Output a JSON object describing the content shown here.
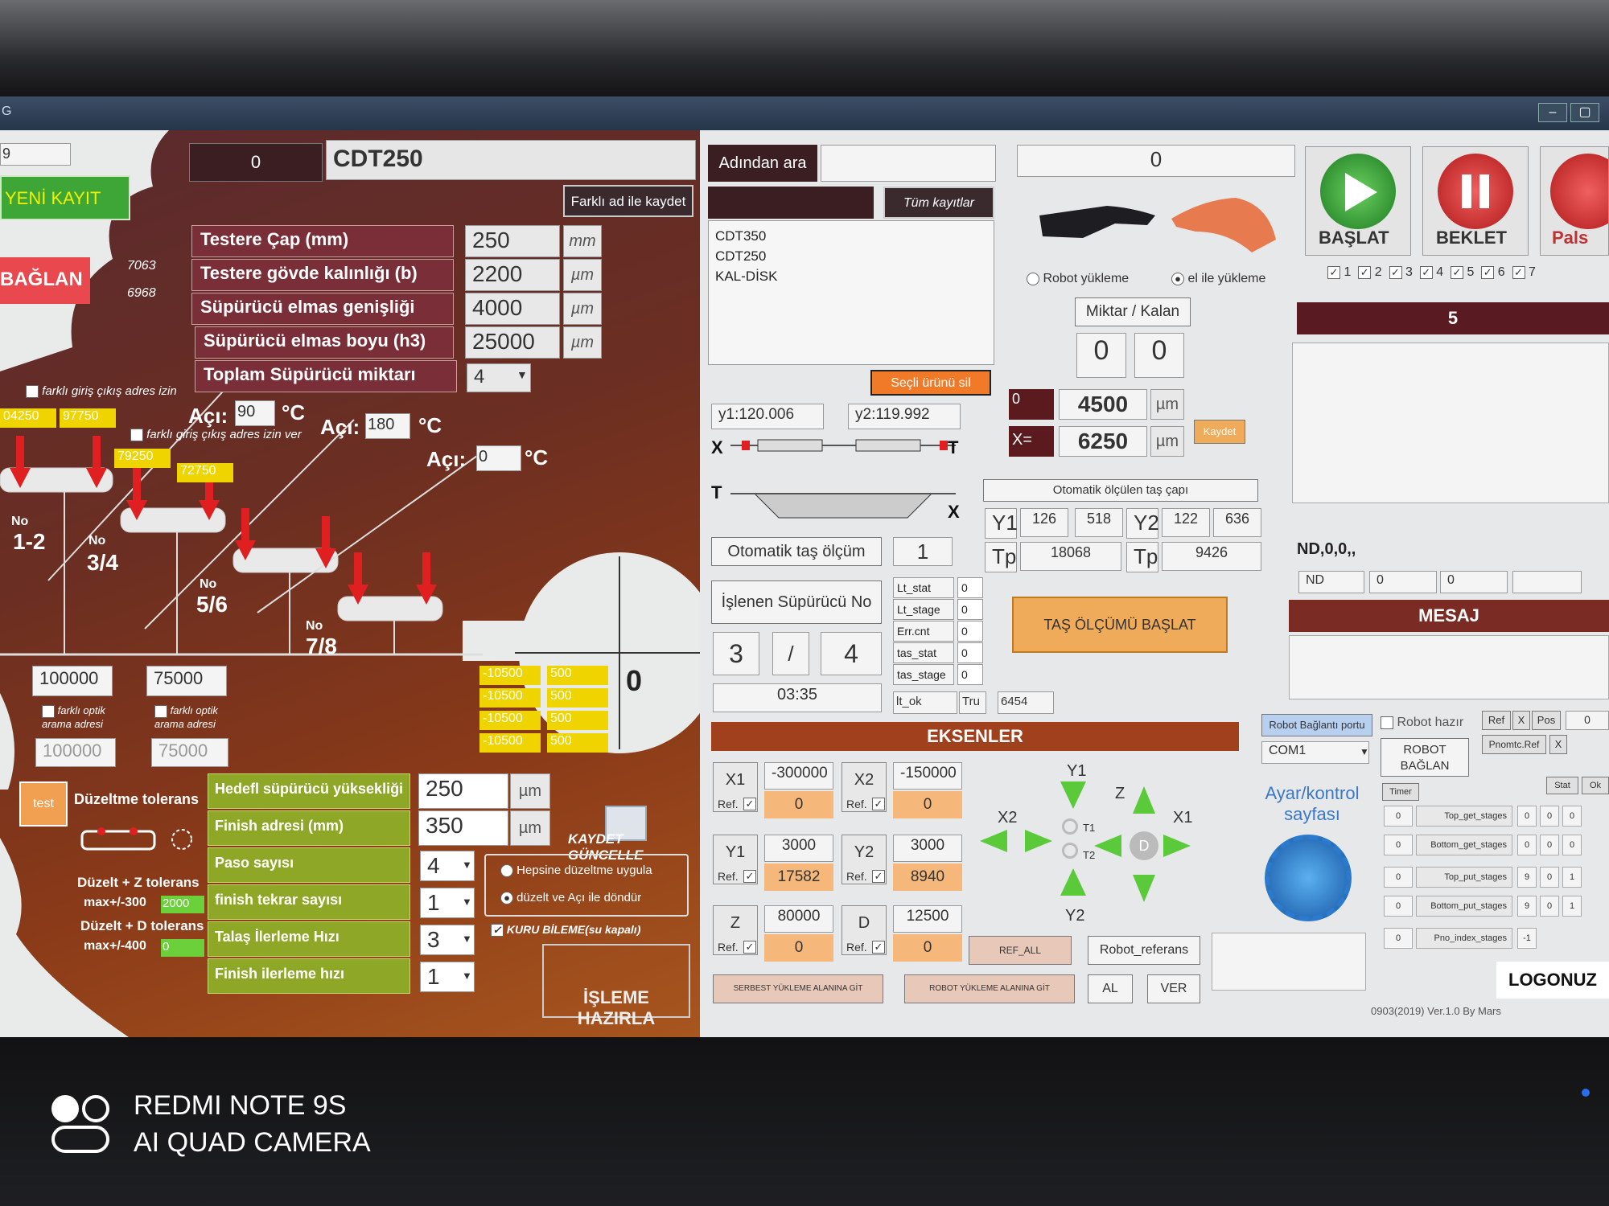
{
  "window": {
    "title_fragment": "G"
  },
  "top": {
    "index_box": "9",
    "rec_id": "0",
    "rec_name": "CDT250",
    "new_record": "YENİ KAYIT",
    "connect": "BAĞLAN",
    "save_as": "Farklı ad ile kaydet",
    "num_a": "7063",
    "num_b": "6968"
  },
  "params": [
    {
      "label": "Testere Çap (mm)",
      "value": "250",
      "unit": "mm"
    },
    {
      "label": "Testere gövde kalınlığı (b)",
      "value": "2200",
      "unit": "µm"
    },
    {
      "label": "Süpürücü elmas genişliği",
      "value": "4000",
      "unit": "µm"
    },
    {
      "label": "Süpürücü elmas boyu (h3)",
      "value": "25000",
      "unit": "µm"
    },
    {
      "label": "Toplam Süpürücü miktarı",
      "value": "4",
      "unit": ""
    }
  ],
  "angles": {
    "label": "Açı:",
    "unit": "°C",
    "a1": "90",
    "a2": "180",
    "a3": "0",
    "chk1": "farklı giriş çıkış adres izin",
    "chk2": "farklı giriş çıkış adres izin ver"
  },
  "addresses": {
    "y1": "04250",
    "y2": "97750",
    "y3": "79250",
    "y4": "72750"
  },
  "stations": [
    {
      "no": "No",
      "name": "1-2"
    },
    {
      "no": "No",
      "name": "3/4"
    },
    {
      "no": "No",
      "name": "5/6"
    },
    {
      "no": "No",
      "name": "7/8"
    }
  ],
  "optic": {
    "v1": "100000",
    "v2": "75000",
    "v3": "100000",
    "v4": "75000",
    "chk": "farklı optik arama adresi"
  },
  "yellow_rows": [
    [
      "-10500",
      "500"
    ],
    [
      "-10500",
      "500"
    ],
    [
      "-10500",
      "500"
    ],
    [
      "-10500",
      "500"
    ]
  ],
  "zero_label": "0",
  "bottom": {
    "test": "test",
    "tol": "Düzeltme tolerans",
    "tol_z": "Düzelt + Z tolerans",
    "max_z": "max+/-300",
    "max_z_val": "2000",
    "tol_d": "Düzelt + D tolerans",
    "max_d": "max+/-400",
    "max_d_val": "0",
    "greens": [
      {
        "label": "Hedefl süpürücü yüksekliği",
        "value": "250",
        "unit": "µm"
      },
      {
        "label": "Finish adresi (mm)",
        "value": "350",
        "unit": "µm"
      },
      {
        "label": "Paso sayısı",
        "value": "4",
        "unit": ""
      },
      {
        "label": "finish tekrar sayısı",
        "value": "1",
        "unit": ""
      },
      {
        "label": "Talaş İlerleme Hızı",
        "value": "3",
        "unit": ""
      },
      {
        "label": "Finish ilerleme hızı",
        "value": "1",
        "unit": ""
      }
    ],
    "save_update": "KAYDET GÜNCELLE",
    "radio1": "Hepsine düzeltme uygula",
    "radio2": "düzelt ve Açı ile döndür",
    "dry": "KURU BİLEME(su kapalı)",
    "prepare": "İŞLEME HAZIRLA"
  },
  "search": {
    "label": "Adından ara",
    "all": "Tüm kayıtlar",
    "list": [
      "CDT350",
      "CDT250",
      "KAL-DİSK"
    ],
    "delete": "Seçli ürünü sil",
    "y1": "y1:120.006",
    "y2": "y2:119.992"
  },
  "robot": {
    "counter": "0",
    "r1": "Robot yükleme",
    "r2": "el ile yükleme",
    "qty_label": "Miktar / Kalan",
    "qty": "0",
    "rem": "0",
    "dark0": "0",
    "v4500": "4500",
    "xeq": "X=",
    "v6250": "6250",
    "unit": "µm",
    "save": "Kaydet",
    "auto_dia": "Otomatik ölçülen taş çapı",
    "Y1": "Y1",
    "y1a": "126",
    "y1b": "518",
    "Y2": "Y2",
    "y2a": "122",
    "y2b": "636",
    "Tp": "Tp",
    "tp1": "18068",
    "tp2": "9426"
  },
  "controls": {
    "start": "BAŞLAT",
    "wait": "BEKLET",
    "stop": "Pals",
    "checks": [
      "1",
      "2",
      "3",
      "4",
      "5",
      "6",
      "7"
    ],
    "five": "5",
    "nd": "ND,0,0,,",
    "nd_row": [
      "ND",
      "0",
      "0"
    ],
    "msg": "MESAJ"
  },
  "measure": {
    "auto": "Otomatik taş ölçüm",
    "auto_val": "1",
    "proc": "İşlenen Süpürücü No",
    "cur": "3",
    "sep": "/",
    "tot": "4",
    "time": "03:35",
    "stats": [
      [
        "Lt_stat",
        "0"
      ],
      [
        "Lt_stage",
        "0"
      ],
      [
        "Err.cnt",
        "0"
      ],
      [
        "tas_stat",
        "0"
      ],
      [
        "tas_stage",
        "0"
      ]
    ],
    "lt_ok": "lt_ok",
    "tru": "Tru",
    "val6454": "6454",
    "start_meas": "TAŞ ÖLÇÜMÜ BAŞLAT"
  },
  "axes": {
    "title": "EKSENLER",
    "ref": "Ref.",
    "items": [
      {
        "name": "X1",
        "a": "-300000",
        "b": "0"
      },
      {
        "name": "X2",
        "a": "-150000",
        "b": "0"
      },
      {
        "name": "Y1",
        "a": "3000",
        "b": "17582"
      },
      {
        "name": "Y2",
        "a": "3000",
        "b": "8940"
      },
      {
        "name": "Z",
        "a": "80000",
        "b": "0"
      },
      {
        "name": "D",
        "a": "12500",
        "b": "0"
      }
    ],
    "ref_all": "REF_ALL",
    "robot_ref": "Robot_referans",
    "free": "SERBEST YÜKLEME ALANINA GİT",
    "robot_go": "ROBOT YÜKLEME ALANINA GİT",
    "al": "AL",
    "ver": "VER",
    "jog": {
      "Y1": "Y1",
      "Y2": "Y2",
      "X1": "X1",
      "X2": "X2",
      "Z": "Z",
      "T1": "T1",
      "T2": "T2",
      "D": "D"
    }
  },
  "settings": {
    "link": "Ayar/kontrol sayfası",
    "port_btn": "Robot Bağlantı portu",
    "port": "COM1",
    "ready": "Robot hazır",
    "connect": "ROBOT BAĞLAN",
    "ref": "Ref",
    "x": "X",
    "pos": "Pos",
    "pos_val": "0",
    "pnom": "Pnomtc.Ref",
    "timer": "Timer",
    "stat": "Stat",
    "ok": "Ok",
    "stages": [
      [
        "Top_get_stages",
        "0",
        "0",
        "0"
      ],
      [
        "Bottom_get_stages",
        "0",
        "0",
        "0"
      ],
      [
        "Top_put_stages",
        "9",
        "0",
        "1"
      ],
      [
        "Bottom_put_stages",
        "9",
        "0",
        "1"
      ],
      [
        "Pno_index_stages",
        "-1",
        "",
        ""
      ]
    ],
    "version": "0903(2019) Ver.1.0 By Mars",
    "logo": "LOGONUZ"
  },
  "phone": {
    "l1": "REDMI NOTE 9S",
    "l2": "AI QUAD CAMERA"
  }
}
